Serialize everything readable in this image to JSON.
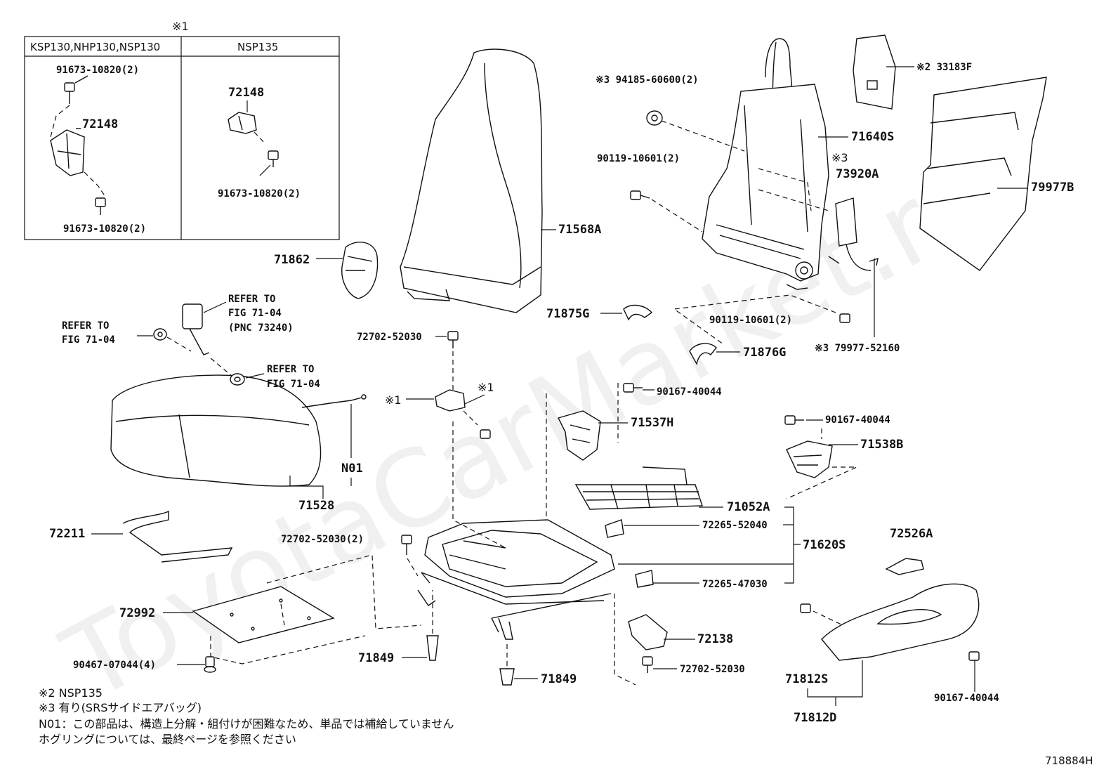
{
  "watermark": "ToyotaCarMarket.ru",
  "inset": {
    "note_mark": "※1",
    "col1_header": "KSP130,NHP130,NSP130",
    "col2_header": "NSP135",
    "col1_labels": [
      "91673-10820(2)",
      "72148",
      "91673-10820(2)"
    ],
    "col2_labels": [
      "72148",
      "91673-10820(2)"
    ]
  },
  "labels": {
    "p71568A": "71568A",
    "p71862": "71862",
    "p94185": "※3 94185-60600(2)",
    "p33183F": "※2 33183F",
    "p71640S": "71640S",
    "p90119a": "90119-10601(2)",
    "p73920A_mark": "※3",
    "p73920A": "73920A",
    "p79977B": "79977B",
    "p71875G": "71875G",
    "p90119b": "90119-10601(2)",
    "p79977_52160": "※3 79977-52160",
    "p71876G": "71876G",
    "p90167a": "90167-40044",
    "p71537H": "71537H",
    "p90167b": "90167-40044",
    "p71538B": "71538B",
    "p71052A": "71052A",
    "p72265a": "72265-52040",
    "p71620S": "71620S",
    "p72265b": "72265-47030",
    "p72526A": "72526A",
    "p72138": "72138",
    "p72702c": "72702-52030",
    "p71849a": "71849",
    "p71849b": "71849",
    "p71812S": "71812S",
    "p71812D": "71812D",
    "p90167c": "90167-40044",
    "p72702a": "72702-52030",
    "p72702b": "72702-52030(2)",
    "p71528": "71528",
    "pN01": "N01",
    "p72211": "72211",
    "p72992": "72992",
    "p90467": "90467-07044(4)",
    "note1a": "※1",
    "note1b": "※1",
    "refer1_l1": "REFER TO",
    "refer1_l2": "FIG 71-04",
    "refer1_l3": "(PNC 73240)",
    "refer2_l1": "REFER TO",
    "refer2_l2": "FIG 71-04",
    "refer3_l1": "REFER TO",
    "refer3_l2": "FIG 71-04"
  },
  "footnotes": [
    "※2 NSP135",
    "※3 有り(SRSサイドエアバッグ)",
    "N01：この部品は、構造上分解・組付けが困難なため、単品では補給していません",
    "ホグリングについては、最終ページを参照ください"
  ],
  "figure_code": "718884H"
}
